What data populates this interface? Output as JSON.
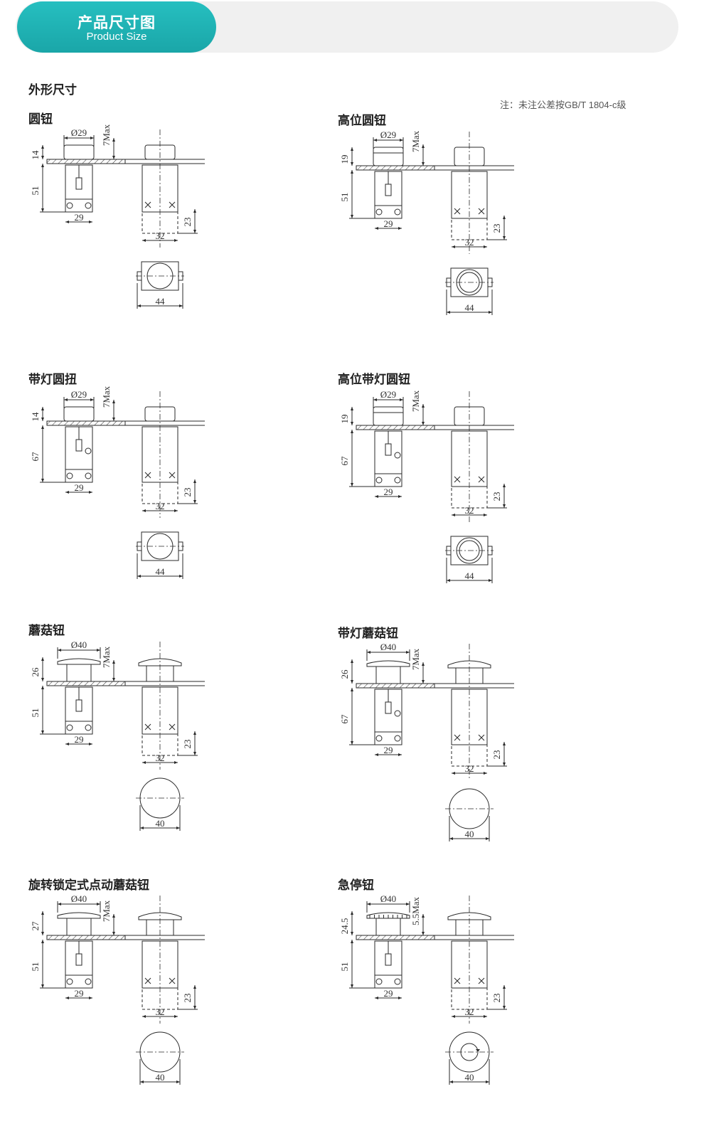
{
  "banner": {
    "title_cn": "产品尺寸图",
    "title_en": "Product Size"
  },
  "section_title": "外形尺寸",
  "note": "注：未注公差按GB/T 1804-c级",
  "items": [
    {
      "title": "圆钮",
      "diameter": "Ø29",
      "head": "14",
      "max": "7Max",
      "body": "51",
      "base": "29",
      "bottom": "23",
      "width": "32",
      "outer": "44",
      "head_type": "flat",
      "lamp": false,
      "bottom_shape": "square"
    },
    {
      "title": "高位圆钮",
      "diameter": "Ø29",
      "head": "19",
      "max": "7Max",
      "body": "51",
      "base": "29",
      "bottom": "23",
      "width": "32",
      "outer": "44",
      "head_type": "tall",
      "lamp": false,
      "bottom_shape": "square-ring"
    },
    {
      "title": "带灯圆扭",
      "diameter": "Ø29",
      "head": "14",
      "max": "7Max",
      "body": "67",
      "base": "29",
      "bottom": "23",
      "width": "32",
      "outer": "44",
      "head_type": "flat",
      "lamp": true,
      "bottom_shape": "square"
    },
    {
      "title": "高位带灯圆钮",
      "diameter": "Ø29",
      "head": "19",
      "max": "7Max",
      "body": "67",
      "base": "29",
      "bottom": "23",
      "width": "32",
      "outer": "44",
      "head_type": "tall",
      "lamp": true,
      "bottom_shape": "square-ring"
    },
    {
      "title": "蘑菇钮",
      "diameter": "Ø40",
      "head": "26",
      "max": "7Max",
      "body": "51",
      "base": "29",
      "bottom": "23",
      "width": "32",
      "outer": "40",
      "head_type": "mushroom",
      "lamp": false,
      "bottom_shape": "circle"
    },
    {
      "title": "带灯蘑菇钮",
      "diameter": "Ø40",
      "head": "26",
      "max": "7Max",
      "body": "67",
      "base": "29",
      "bottom": "23",
      "width": "32",
      "outer": "40",
      "head_type": "mushroom",
      "lamp": true,
      "bottom_shape": "circle"
    },
    {
      "title": "旋转锁定式点动蘑菇钮",
      "diameter": "Ø40",
      "head": "27",
      "max": "7Max",
      "body": "51",
      "base": "29",
      "bottom": "23",
      "width": "32",
      "outer": "40",
      "head_type": "mushroom",
      "lamp": false,
      "bottom_shape": "circle"
    },
    {
      "title": "急停钮",
      "diameter": "Ø40",
      "head": "24.5",
      "max": "5.5Max",
      "body": "51",
      "base": "29",
      "bottom": "23",
      "width": "32",
      "outer": "40",
      "head_type": "estop",
      "lamp": false,
      "bottom_shape": "circle-arrow"
    }
  ]
}
